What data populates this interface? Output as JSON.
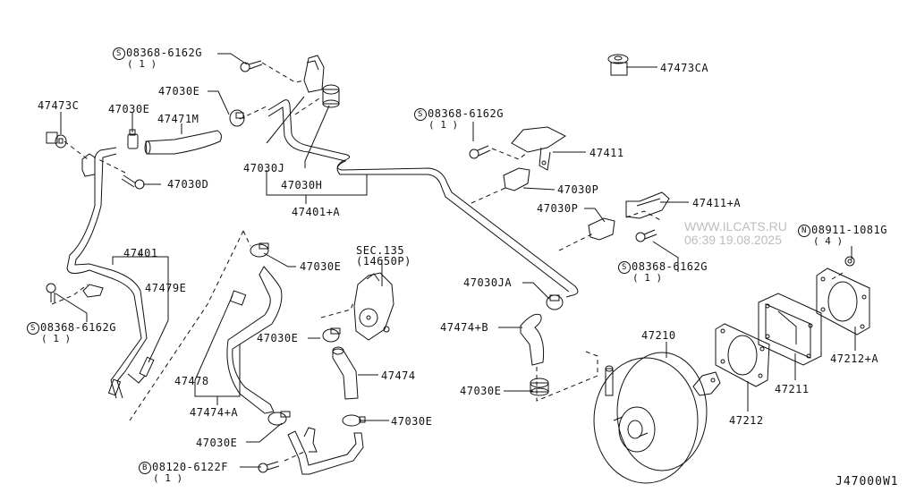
{
  "diagram": {
    "code": "J47000W1",
    "watermark": {
      "line1": "WWW.ILCATS.RU",
      "line2": "06:39 19.08.2025"
    }
  },
  "parts": {
    "bolt_top": {
      "prefix": "S",
      "number": "08368-6162G",
      "qty": "( 1 )"
    },
    "clip_47473CA": "47473CA",
    "clip_47473C": "47473C",
    "clamp_47030E_1": "47030E",
    "clamp_47030E_2": "47030E",
    "hose_47471M": "47471M",
    "bolt_47030D": "47030D",
    "clamp_47030J": "47030J",
    "clamp_47030H": "47030H",
    "tube_47401A": "47401+A",
    "bolt_mid": {
      "prefix": "S",
      "number": "08368-6162G",
      "qty": "( 1 )"
    },
    "bracket_47411": "47411",
    "clip_47030P_1": "47030P",
    "clip_47030P_2": "47030P",
    "bracket_47411A": "47411+A",
    "nut_right": {
      "prefix": "N",
      "number": "08911-1081G",
      "qty": "( 4 )"
    },
    "bolt_right": {
      "prefix": "S",
      "number": "08368-6162G",
      "qty": "( 1 )"
    },
    "tube_47401": "47401",
    "hose_47479E": "47479E",
    "bolt_left": {
      "prefix": "S",
      "number": "08368-6162G",
      "qty": "( 1 )"
    },
    "clamp_47030E_3": "47030E",
    "sec_ref": {
      "line1": "SEC.135",
      "line2": "(14650P)"
    },
    "clamp_47030E_4": "47030E",
    "hose_47474": "47474",
    "hose_47478": "47478",
    "hose_47474A": "47474+A",
    "clamp_47030E_5": "47030E",
    "clamp_47030E_6": "47030E",
    "bolt_bottom": {
      "prefix": "B",
      "number": "08120-6122F",
      "qty": "( 1 )"
    },
    "clamp_47030JA": "47030JA",
    "hose_47474B": "47474+B",
    "clamp_47030E_7": "47030E",
    "booster_47210": "47210",
    "gasket_47212": "47212",
    "spacer_47211": "47211",
    "gasket_47212A": "47212+A"
  }
}
